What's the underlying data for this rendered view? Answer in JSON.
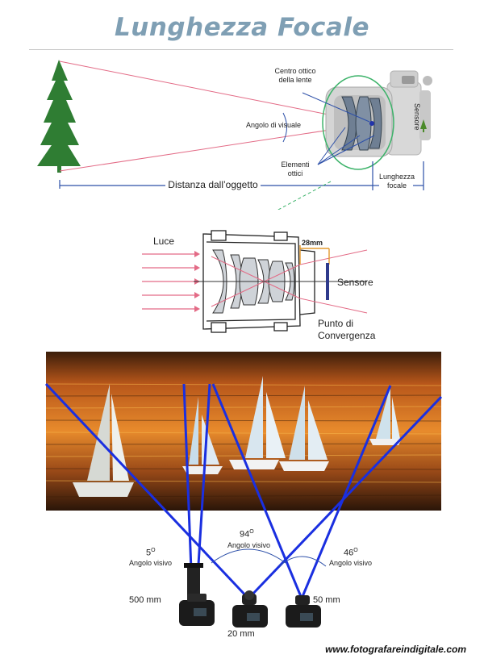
{
  "title": "Lunghezza Focale",
  "colors": {
    "title": "#7f9fb4",
    "red_ray": "#e36b86",
    "blue_line": "#2c4fa8",
    "sensor": "#2e3a8c",
    "green_circle": "#3db36a",
    "tree": "#2f7d33",
    "focal_bracket": "#e39a2f",
    "boat_lines": "#1a2fe0"
  },
  "top_diagram": {
    "center_label": "Centro ottico della lente",
    "view_angle_label": "Angolo di visuale",
    "elements_label": "Elementi ottici",
    "distance_label": "Distanza dall’oggetto",
    "focal_label": "Lunghezza focale",
    "sensor_label": "Sensore"
  },
  "lens_diagram": {
    "light_label": "Luce",
    "focal_value": "28mm",
    "sensor_label": "Sensore",
    "convergence_label": "Punto di Convergenza"
  },
  "boats_diagram": {
    "cameras": [
      {
        "focal": "500 mm",
        "angle_value": "5",
        "angle_label": "Angolo visivo"
      },
      {
        "focal": "20 mm",
        "angle_value": "94",
        "angle_label": "Angolo visivo"
      },
      {
        "focal": "50 mm",
        "angle_value": "46",
        "angle_label": "Angolo visivo"
      }
    ],
    "degree_symbol": "O"
  },
  "footer": "www.fotografareindigitale.com"
}
